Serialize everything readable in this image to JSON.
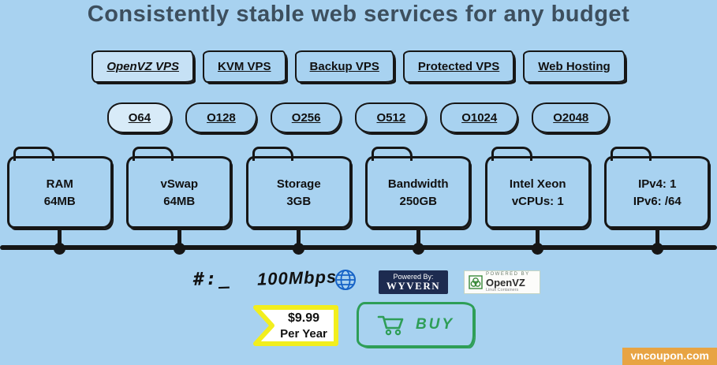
{
  "title": "Consistently stable web services for any budget",
  "tabs": [
    {
      "label": "OpenVZ VPS",
      "active": true
    },
    {
      "label": "KVM VPS",
      "active": false
    },
    {
      "label": "Backup VPS",
      "active": false
    },
    {
      "label": "Protected VPS",
      "active": false
    },
    {
      "label": "Web Hosting",
      "active": false
    }
  ],
  "plans": [
    {
      "label": "O64",
      "active": true
    },
    {
      "label": "O128",
      "active": false
    },
    {
      "label": "O256",
      "active": false
    },
    {
      "label": "O512",
      "active": false
    },
    {
      "label": "O1024",
      "active": false
    },
    {
      "label": "O2048",
      "active": false
    }
  ],
  "specs": [
    {
      "line1": "RAM",
      "line2": "64MB"
    },
    {
      "line1": "vSwap",
      "line2": "64MB"
    },
    {
      "line1": "Storage",
      "line2": "3GB"
    },
    {
      "line1": "Bandwidth",
      "line2": "250GB"
    },
    {
      "line1": "Intel Xeon",
      "line2": "vCPUs: 1"
    },
    {
      "line1": "IPv4: 1",
      "line2": "IPv6: /64"
    }
  ],
  "features": {
    "terminal": "#:_",
    "speed": "100Mbps"
  },
  "badges": {
    "wyvern": {
      "powered_by": "Powered By:",
      "name": "WYVERN"
    },
    "openvz": {
      "powered_by": "POWERED BY",
      "name": "OpenVZ",
      "sub": "Linux Containers"
    }
  },
  "pricing": {
    "price": "$9.99",
    "period": "Per Year"
  },
  "buy": {
    "label": "BUY"
  },
  "watermark": "vncoupon.com",
  "colors": {
    "background": "#a8d2f0",
    "ink": "#161616",
    "title": "#3d4f5e",
    "buy_green": "#2e9e57",
    "tag_yellow": "#f2ee1e",
    "wyvern_navy": "#1d2b50",
    "watermark_orange": "#eea034",
    "globe_blue": "#1663c7"
  }
}
